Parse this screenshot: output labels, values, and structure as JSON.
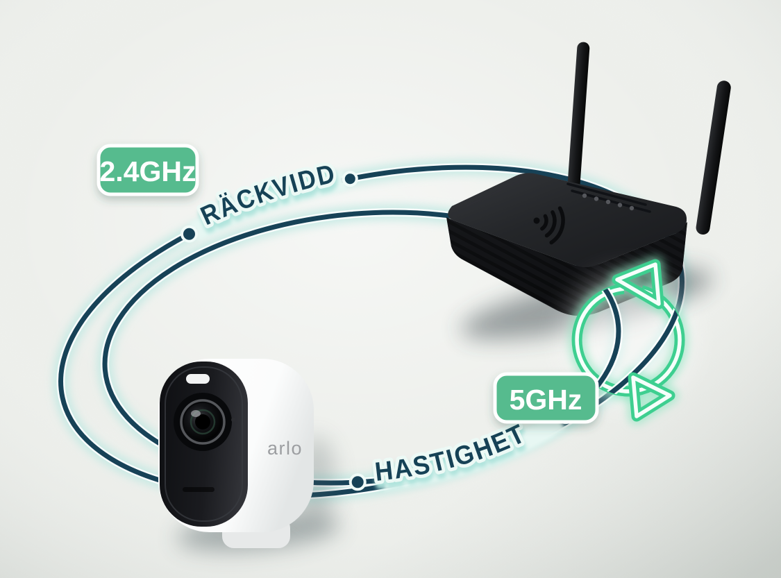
{
  "scene": {
    "background_color": "#eef0ec"
  },
  "bands": {
    "ghz24_label": "2.4GHz",
    "ghz5_label": "5GHz",
    "label_bg_color": "#57bb8e",
    "label_text_color": "#ffffff",
    "label_border_color": "#ffffff"
  },
  "orbits": {
    "range_label": "RÄCKVIDD",
    "speed_label": "HASTIGHET",
    "line_color": "#174257",
    "glow_color": "#c3e9e3"
  },
  "devices": {
    "camera_brand": "arlo",
    "camera_body_color": "#ffffff",
    "camera_face_color": "#141518",
    "router_color": "#202124"
  },
  "sync_icon": {
    "color": "#3ecf90"
  }
}
